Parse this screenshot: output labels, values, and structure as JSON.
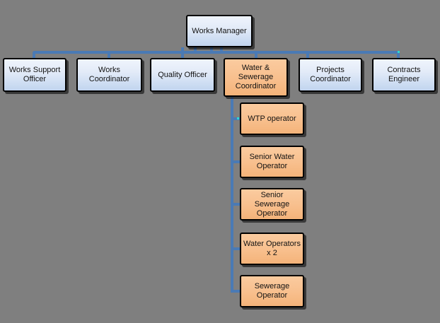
{
  "org": {
    "root": {
      "label": "Works Manager"
    },
    "managers": [
      {
        "label": "Works Support Officer"
      },
      {
        "label": "Works Coordinator"
      },
      {
        "label": "Quality Officer"
      },
      {
        "label": "Water & Sewerage Coordinator"
      },
      {
        "label": "Projects Coordinator"
      },
      {
        "label": "Contracts Engineer"
      }
    ],
    "water_sewerage_team": [
      {
        "label": "WTP operator"
      },
      {
        "label": "Senior Water Operator"
      },
      {
        "label": "Senior Sewerage Operator"
      },
      {
        "label": "Water Operators x 2"
      },
      {
        "label": "Sewerage Operator"
      }
    ]
  },
  "colors": {
    "background": "#7f7f7f",
    "blue_node_top": "#eff4fc",
    "blue_node_bottom": "#c1d4ee",
    "orange_node_top": "#facb9f",
    "orange_node_bottom": "#f4b379",
    "node_border": "#000000",
    "connector": "#4a7ab5",
    "endpoint_marker": "#2bd8d2"
  }
}
